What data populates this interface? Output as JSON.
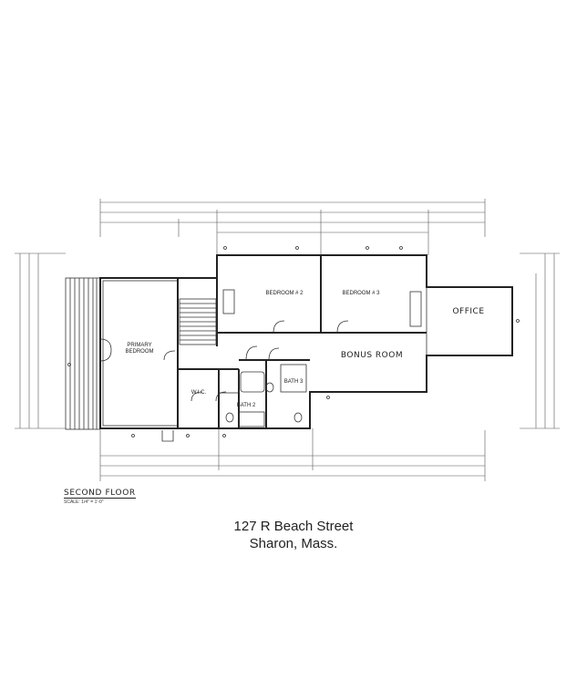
{
  "plan": {
    "floor_title": "SECOND FLOOR",
    "scale": "SCALE: 1/4\" = 1'-0\"",
    "rooms": {
      "primary_bedroom": [
        "PRIMARY",
        "BEDROOM"
      ],
      "bedroom2": "BEDROOM # 2",
      "bedroom3": "BEDROOM # 3",
      "office": "OFFICE",
      "bonus_room": "BONUS ROOM",
      "bath2": "BATH 2",
      "bath3": "BATH 3",
      "wic": "W.I.C."
    }
  },
  "address": {
    "line1": "127 R Beach Street",
    "line2": "Sharon, Mass."
  }
}
